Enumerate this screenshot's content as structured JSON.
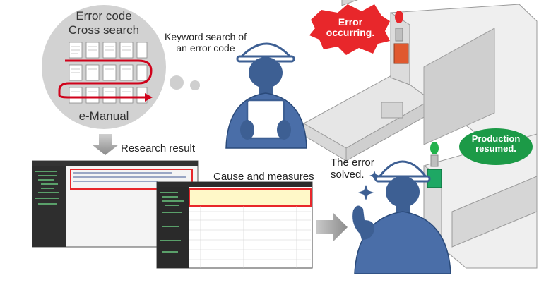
{
  "circle": {
    "title_line1": "Error code",
    "title_line2": "Cross search",
    "caption": "e-Manual"
  },
  "keyword_label": "Keyword search of\nan error code",
  "research_label": "Research result",
  "cause_label": "Cause and measures",
  "error_bubble": "Error\noccurring.",
  "solved_label": "The error\nsolved.",
  "production_bubble": "Production\nresumed.",
  "colors": {
    "error_red": "#e8272b",
    "production_green": "#1c9a47",
    "worker_blue": "#3d5f93",
    "arrow_red": "#d0021b"
  }
}
